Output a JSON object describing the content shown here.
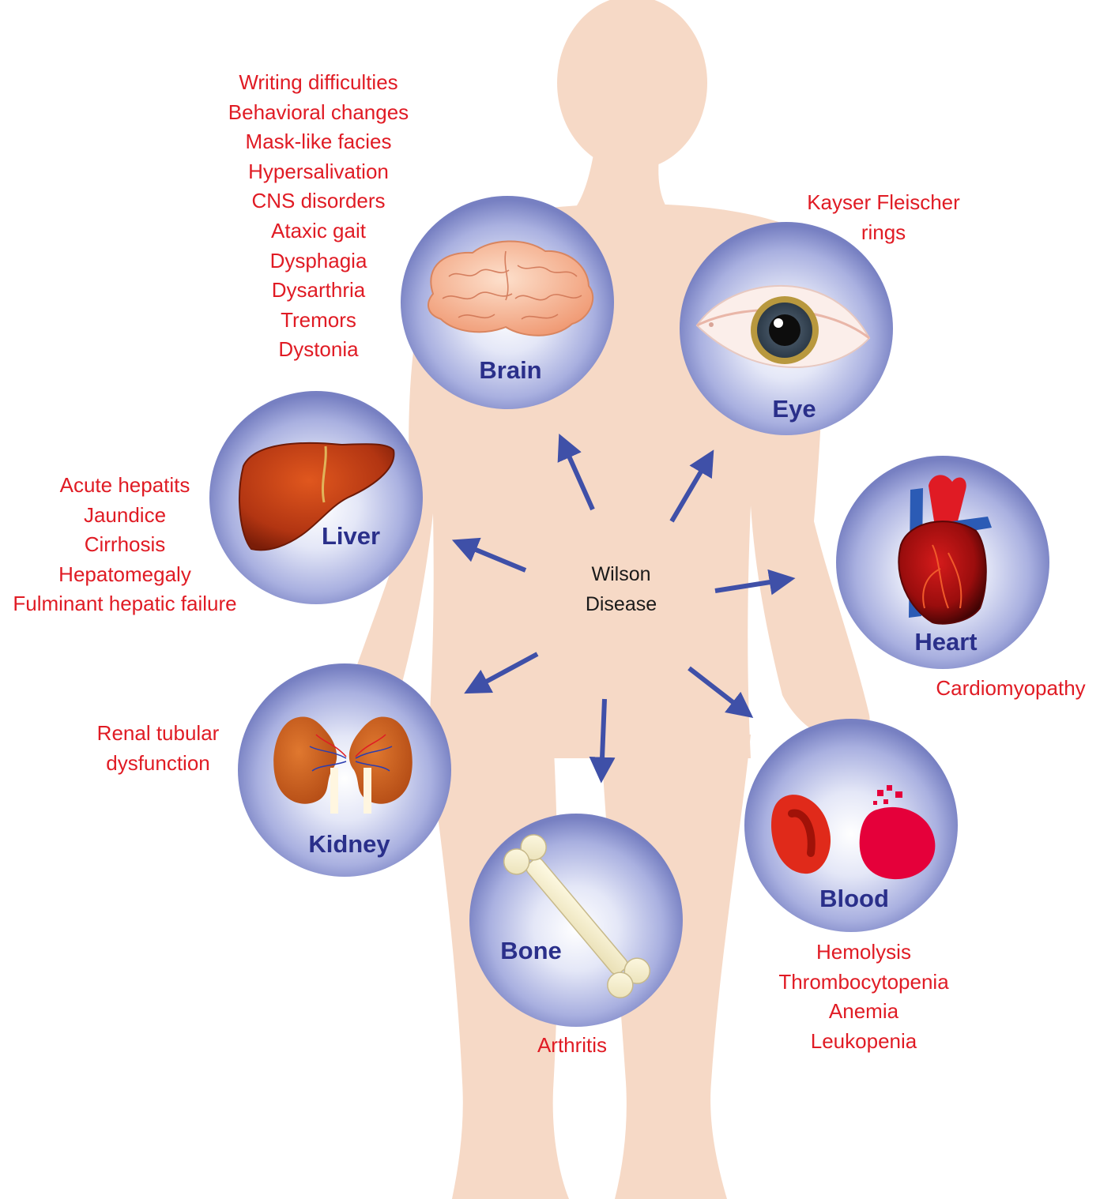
{
  "center": {
    "line1": "Wilson",
    "line2": "Disease"
  },
  "organs": {
    "brain": "Brain",
    "eye": "Eye",
    "liver": "Liver",
    "heart": "Heart",
    "kidney": "Kidney",
    "bone": "Bone",
    "blood": "Blood"
  },
  "symptoms": {
    "brain": [
      "Writing difficulties",
      "Behavioral changes",
      "Mask-like facies",
      "Hypersalivation",
      "CNS disorders",
      "Ataxic gait",
      "Dysphagia",
      "Dysarthria",
      "Tremors",
      "Dystonia"
    ],
    "eye": [
      "Kayser Fleischer",
      "rings"
    ],
    "liver": [
      "Acute hepatits",
      "Jaundice",
      "Cirrhosis",
      "Hepatomegaly",
      "Fulminant hepatic failure"
    ],
    "heart": [
      "Cardiomyopathy"
    ],
    "kidney": [
      "Renal tubular",
      "dysfunction"
    ],
    "bone": [
      "Arthritis"
    ],
    "blood": [
      "Hemolysis",
      "Thrombocytopenia",
      "Anemia",
      "Leukopenia"
    ]
  },
  "colors": {
    "body": "#f6d9c6",
    "symptom_text": "#e01b24",
    "organ_label": "#2a2f8a",
    "arrow": "#3f50a8",
    "circle_edge": "#7d86c6"
  }
}
